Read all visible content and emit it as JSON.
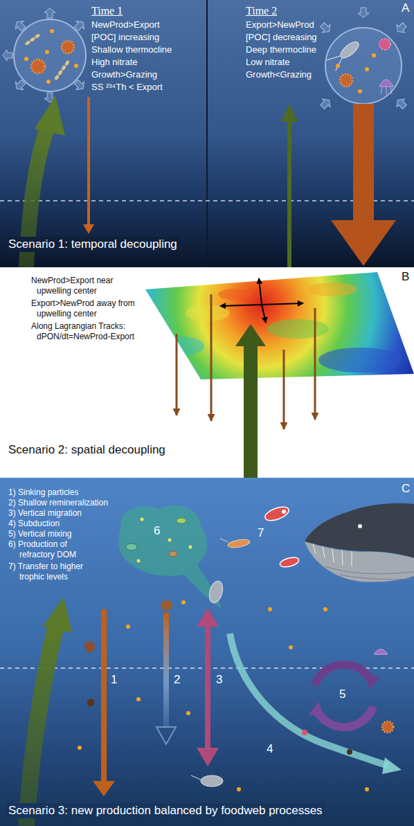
{
  "diagram": {
    "nodes": [
      {
        "text": [
          "A",
          "Time 1",
          "NewProd>Export",
          "[POC] increasing",
          "Shallow thermocline",
          "High nitrate",
          "Growth>Grazing",
          "SS ²³⁴Th < Export",
          "Time 2",
          "Export>NewProd",
          "[POC] decreasing",
          "Deep thermocline",
          "Low nitrate",
          "Growth<Grazing",
          "Scenario 1: temporal decoupling"
        ]
      },
      {
        "text": [
          "B",
          "NewProd>Export near upwelling center",
          "Export>NewProd away from upwelling center",
          "Along Lagrangian Tracks: dPON/dt=NewProd-Export",
          "Scenario 2: spatial decoupling"
        ]
      },
      {
        "text": [
          "C",
          "1) Sinking particles",
          "2) Shallow remineralization",
          "3) Vertical migration",
          "4) Subduction",
          "5) Vertical mixing",
          "6) Production of refractory DOM",
          "7) Transfer to higher trophic levels",
          "Scenario 3: new production balanced by foodweb processes"
        ]
      }
    ],
    "labels": [
      "1",
      "2",
      "3",
      "4",
      "5",
      "6",
      "7"
    ]
  }
}
